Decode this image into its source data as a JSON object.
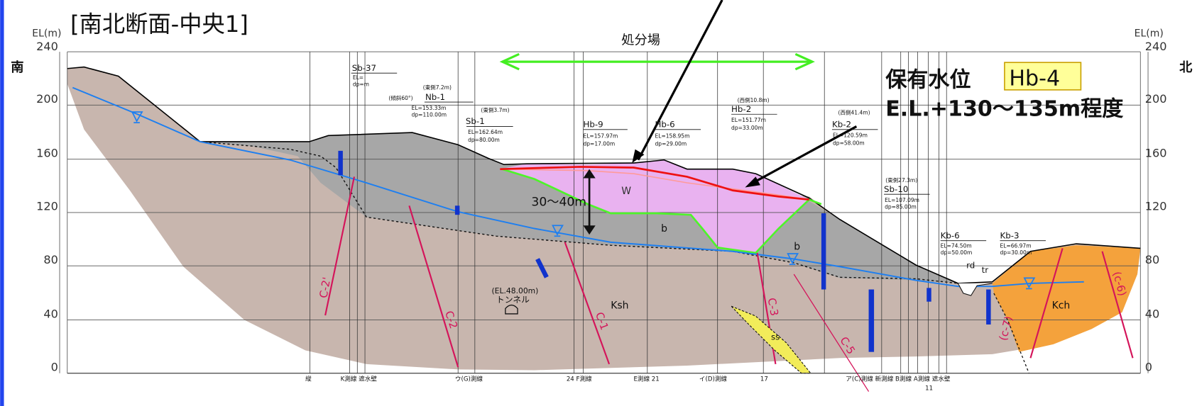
{
  "title": "[南北断面-中央1]",
  "axis_unit": "EL(m)",
  "left_dir": "南",
  "right_dir": "北",
  "ticks": [
    "240",
    "200",
    "160",
    "120",
    "80",
    "40",
    "0"
  ],
  "zone_label": "処分場",
  "water_level": {
    "label": "保有水位",
    "borehole": "Hb-4",
    "range": "E.L.+130〜135m程度"
  },
  "thickness": "30〜40m",
  "layers": {
    "waste": "W",
    "b": "b",
    "b2": "b",
    "ksh": "Ksh",
    "kch": "Kch",
    "ss": "ss",
    "rd": "rd",
    "tr": "tr"
  },
  "tunnel": {
    "el": "(EL.48.00m)",
    "name": "トンネル"
  },
  "boreholes": [
    {
      "name": "Sb-37",
      "note": "",
      "el": "EL=",
      "dp": "dp=m"
    },
    {
      "name": "Nb-1",
      "note": "(傾斜60°)",
      "side": "(東側7.2m)",
      "el": "EL=153.33m",
      "dp": "dp=110.00m"
    },
    {
      "name": "Sb-1",
      "note": "(東側3.7m)",
      "el": "EL=162.64m",
      "dp": "dp=80.00m"
    },
    {
      "name": "Hb-9",
      "el": "EL=157.97m",
      "dp": "dp=17.00m"
    },
    {
      "name": "Hb-6",
      "el": "EL=158.95m",
      "dp": "dp=29.00m"
    },
    {
      "name": "Hb-2",
      "note": "(西側10.8m)",
      "el": "EL=151.77m",
      "dp": "dp=33.00m"
    },
    {
      "name": "Kb-2",
      "note": "(西側41.4m)",
      "el": "EL=120.59m",
      "dp": "dp=58.00m"
    },
    {
      "name": "Sb-10",
      "note": "(東側27.3m)",
      "el": "EL=107.09m",
      "dp": "dp=85.00m"
    },
    {
      "name": "Kb-6",
      "el": "EL=74.50m",
      "dp": "dp=50.00m"
    },
    {
      "name": "Kb-3",
      "el": "EL=66.97m",
      "dp": "dp=30.00m"
    }
  ],
  "faults": [
    "C-2'",
    "C-2",
    "C-1",
    "C-3",
    "C-5",
    "(c-7)",
    "(c-6)"
  ],
  "survey_lines": [
    "縦",
    "K測線 遮水壁",
    "ウ(G)測線",
    "24  F測線",
    "E測線 21",
    "イ(D)測線",
    "17",
    "ア(C)測線 新測線 B測線 A測線 遮水壁",
    "11"
  ],
  "colors": {
    "bedrock": "#c8b6ae",
    "gray_layer": "#a7a7a7",
    "waste": "#e9b2f0",
    "kch": "#f4a23c",
    "groundwater": "#1e7ff0",
    "fault": "#d4145a",
    "bracket": "#44ee22",
    "hb4_box": "#ffff99"
  }
}
